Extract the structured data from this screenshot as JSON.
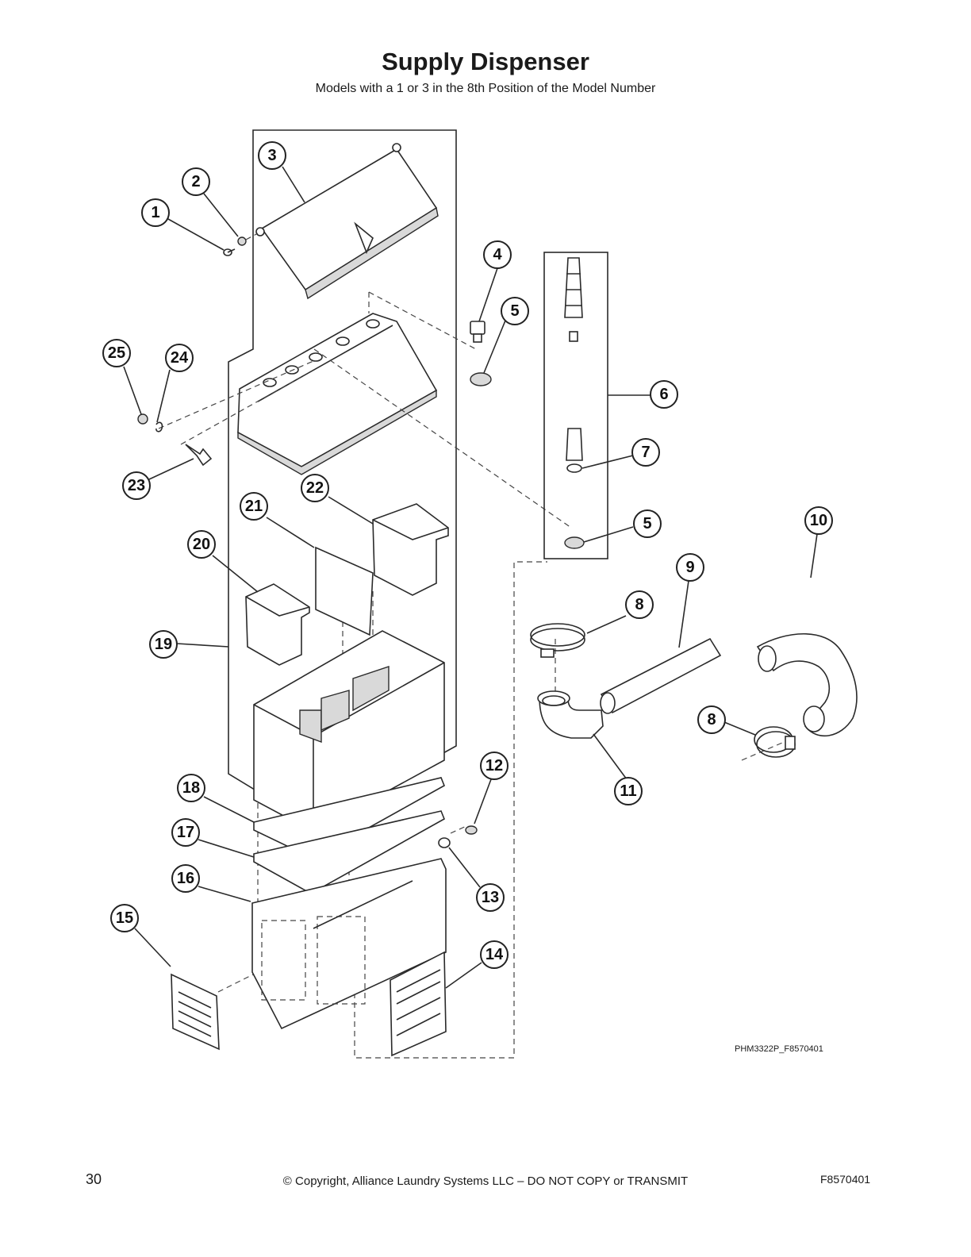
{
  "header": {
    "title": "Supply Dispenser",
    "subtitle": "Models with a 1 or 3 in the 8th Position of the Model Number"
  },
  "diagram": {
    "reference_code": "PHM3322P_F8570401",
    "callouts": [
      {
        "label": "1"
      },
      {
        "label": "2"
      },
      {
        "label": "3"
      },
      {
        "label": "4"
      },
      {
        "label": "5"
      },
      {
        "label": "5"
      },
      {
        "label": "6"
      },
      {
        "label": "7"
      },
      {
        "label": "8"
      },
      {
        "label": "8"
      },
      {
        "label": "9"
      },
      {
        "label": "10"
      },
      {
        "label": "11"
      },
      {
        "label": "12"
      },
      {
        "label": "13"
      },
      {
        "label": "14"
      },
      {
        "label": "15"
      },
      {
        "label": "16"
      },
      {
        "label": "17"
      },
      {
        "label": "18"
      },
      {
        "label": "19"
      },
      {
        "label": "20"
      },
      {
        "label": "21"
      },
      {
        "label": "22"
      },
      {
        "label": "23"
      },
      {
        "label": "24"
      },
      {
        "label": "25"
      }
    ]
  },
  "footer": {
    "page_number": "30",
    "copyright": "© Copyright, Alliance Laundry Systems LLC – DO NOT COPY or TRANSMIT",
    "document_code": "F8570401"
  }
}
